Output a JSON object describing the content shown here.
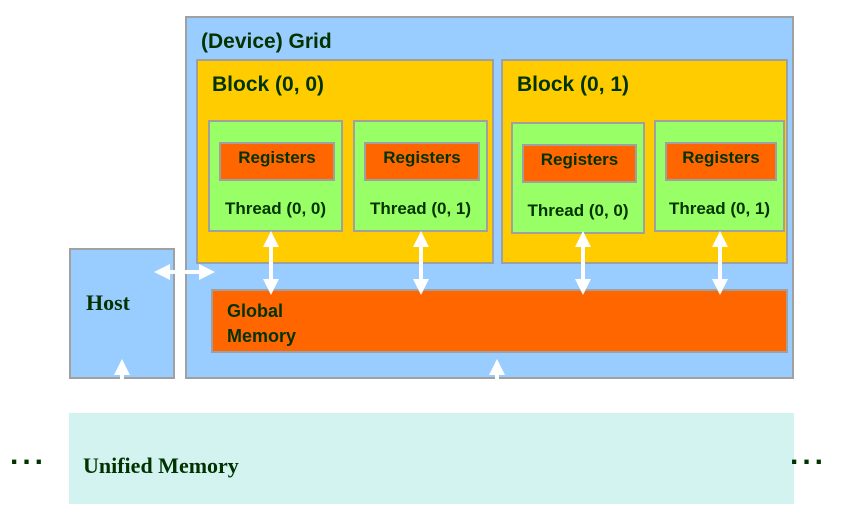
{
  "grid": {
    "title": "(Device) Grid"
  },
  "blocks": [
    {
      "title": "Block (0, 0)",
      "threads": [
        {
          "registers": "Registers",
          "label": "Thread (0, 0)"
        },
        {
          "registers": "Registers",
          "label": "Thread (0, 1)"
        }
      ]
    },
    {
      "title": "Block (0, 1)",
      "threads": [
        {
          "registers": "Registers",
          "label": "Thread (0, 0)"
        },
        {
          "registers": "Registers",
          "label": "Thread (0, 1)"
        }
      ]
    }
  ],
  "global_memory": {
    "line1": "Global",
    "line2": "Memory"
  },
  "host": {
    "label": "Host"
  },
  "unified_memory": {
    "label": "Unified Memory",
    "ellipsis_left": "...",
    "ellipsis_right": "..."
  },
  "colors": {
    "grid": "#99ccff",
    "block": "#ffcc00",
    "thread": "#99ff66",
    "memory": "#ff6600",
    "unified": "#d3f3f0",
    "text": "#003300"
  }
}
